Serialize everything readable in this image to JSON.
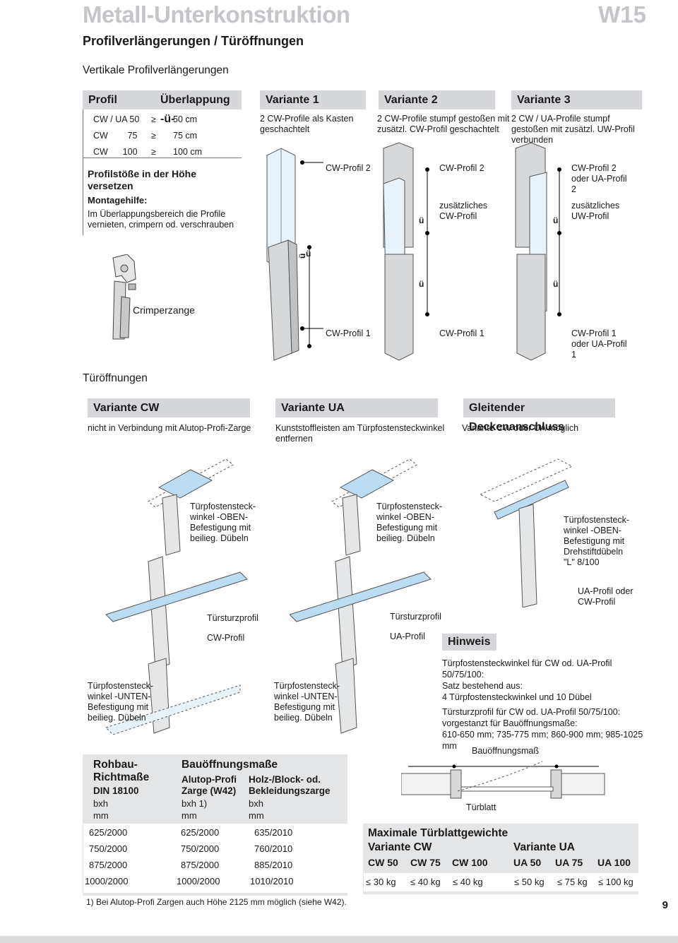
{
  "header": {
    "title": "Metall-Unterkonstruktion",
    "code": "W15",
    "subtitle": "Profilverlängerungen / Türöffnungen"
  },
  "vertical": {
    "heading": "Vertikale Profilverlängerungen",
    "table_headers": [
      "Profil",
      "Überlappung -ü-"
    ],
    "rows": [
      {
        "profil": "CW / UA 50",
        "sym": "≥",
        "overlap": "50 cm"
      },
      {
        "profil": "CW        75",
        "sym": "≥",
        "overlap": "75 cm"
      },
      {
        "profil": "CW      100",
        "sym": "≥",
        "overlap": "100 cm"
      }
    ],
    "note_bold": "Profilstöße in der Höhe versetzen",
    "help_title": "Montagehilfe:",
    "help_text": "Im Überlappungsbereich die Profile vernieten, crimpern od. verschrauben",
    "crimper": "Crimperzange",
    "variants": [
      {
        "title": "Variante 1",
        "desc": "2 CW-Profile als Kasten geschachtelt",
        "top_label": "CW-Profil 2",
        "mid_label": "",
        "bottom_label": "CW-Profil 1"
      },
      {
        "title": "Variante 2",
        "desc": "2 CW-Profile stumpf gestoßen mit zusätzl. CW-Profil geschachtelt",
        "top_label": "CW-Profil 2",
        "mid_label": "zusätzliches CW-Profil",
        "bottom_label": "CW-Profil 1"
      },
      {
        "title": "Variante 3",
        "desc": "2 CW / UA-Profile stumpf gestoßen mit zusätzl. UW-Profil verbunden",
        "top_label": "CW-Profil 2 oder UA-Profil 2",
        "mid_label": "zusätzliches UW-Profil",
        "bottom_label": "CW-Profil 1 oder UA-Profil 1"
      }
    ],
    "overlap_mark": "ü"
  },
  "doors": {
    "heading": "Türöffnungen",
    "variants": [
      {
        "title": "Variante CW",
        "desc": "nicht in Verbindung mit Alutop-Profi-Zarge",
        "upper": "Türpfostensteck-winkel -OBEN- Befestigung mit beilieg. Dübeln",
        "lintel": "Türsturzprofil",
        "profile": "CW-Profil",
        "lower": "Türpfostensteck-winkel -UNTEN- Befestigung mit beilieg. Dübeln"
      },
      {
        "title": "Variante UA",
        "desc": "Kunststoffleisten am Türpfostensteckwinkel entfernen",
        "upper": "Türpfostensteck-winkel -OBEN- Befestigung mit beilieg. Dübeln",
        "lintel": "Türsturzprofil",
        "profile": "UA-Profil",
        "lower": "Türpfostensteck-winkel -UNTEN- Befestigung mit beilieg. Dübeln"
      },
      {
        "title": "Gleitender Deckenanschluss",
        "desc": "Variante CW oder UA möglich",
        "upper": "Türpfostensteck-winkel -OBEN- Befestigung mit Drehstiftdübeln \"L\" 8/100",
        "profile": "UA-Profil oder CW-Profil"
      }
    ],
    "hint": {
      "title": "Hinweis",
      "line1": "Türpfostensteckwinkel für CW od. UA-Profil 50/75/100:",
      "line2": "Satz bestehend aus:",
      "line3": "4 Türpfostensteckwinkel und 10 Dübel",
      "line4": "Türsturzprofil für CW od. UA-Profil 50/75/100:",
      "line5": "vorgestanzt für Bauöffnungsmaße:",
      "line6": "610-650 mm; 735-775 mm; 860-900 mm; 985-1025 mm"
    }
  },
  "sizes": {
    "col1_head": "Rohbau-\nRichtmaße",
    "col1_sub": "DIN 18100",
    "col1_unit1": "bxh",
    "col1_unit2": "mm",
    "span_head": "Bauöffnungsmaße",
    "col2_head": "Alutop-Profi\nZarge (W42)",
    "col2_unit1": "bxh 1)",
    "col2_unit2": "mm",
    "col3_head": "Holz-/Block- od.\nBekleidungszarge",
    "col3_unit1": "bxh",
    "col3_unit2": "mm",
    "rows": [
      [
        "625/2000",
        "625/2000",
        "635/2010"
      ],
      [
        "750/2000",
        "750/2000",
        "760/2010"
      ],
      [
        "875/2000",
        "875/2000",
        "885/2010"
      ],
      [
        "1000/2000",
        "1000/2000",
        "1010/2010"
      ]
    ],
    "footnote": "1) Bei Alutop-Profi Zargen auch Höhe 2125 mm möglich (siehe W42)."
  },
  "section_drawing": {
    "opening": "Bauöffnungsmaß",
    "leaf": "Türblatt"
  },
  "weights": {
    "title": "Maximale Türblattgewichte",
    "cw_title": "Variante CW",
    "ua_title": "Variante UA",
    "heads": [
      "CW 50",
      "CW 75",
      "CW 100",
      "UA 50",
      "UA 75",
      "UA 100"
    ],
    "values": [
      "≤ 30 kg",
      "≤ 40 kg",
      "≤ 40 kg",
      "≤ 50 kg",
      "≤ 75 kg",
      "≤ 100 kg"
    ]
  },
  "page_number": "9"
}
